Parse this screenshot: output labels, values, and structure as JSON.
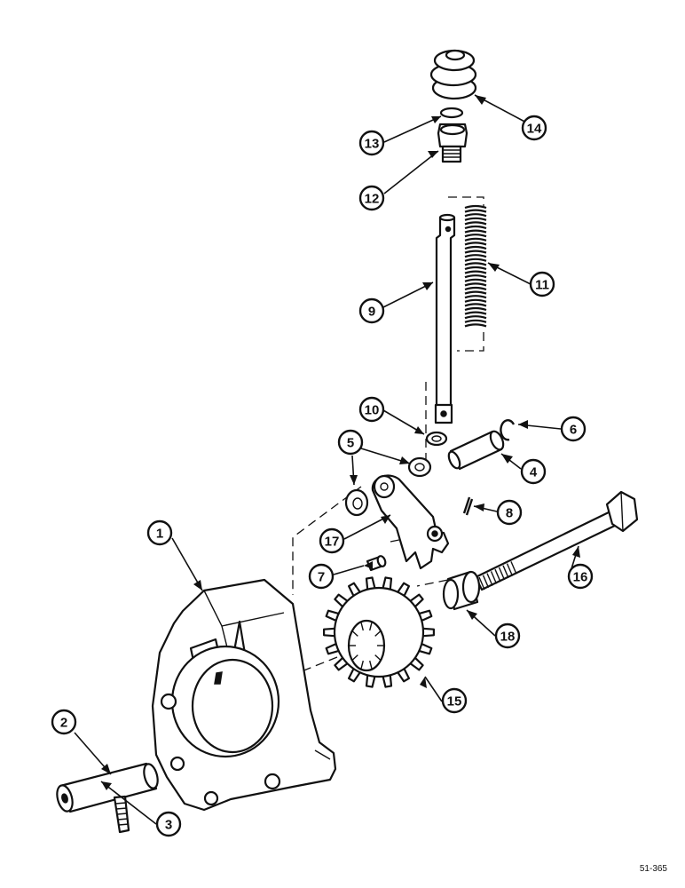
{
  "callouts": [
    "1",
    "2",
    "3",
    "4",
    "5",
    "6",
    "7",
    "8",
    "9",
    "10",
    "11",
    "12",
    "13",
    "14",
    "15",
    "16",
    "17",
    "18"
  ],
  "drawing_code": "51-365"
}
